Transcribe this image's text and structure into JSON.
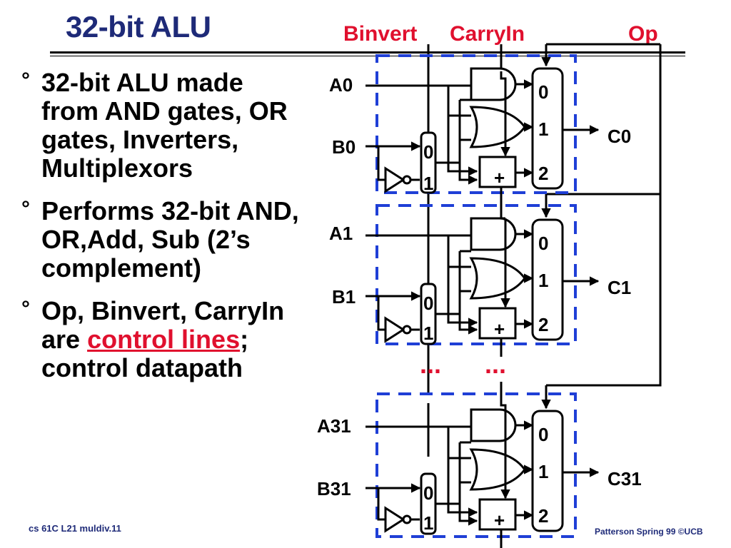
{
  "slide": {
    "title": "32-bit ALU",
    "bullets": [
      {
        "text": "32-bit ALU made from AND gates, OR gates, Inverters, Multiplexors"
      },
      {
        "text": "Performs 32-bit AND, OR,Add, Sub (2’s complement)"
      },
      {
        "pre": "Op, Binvert, CarryIn are ",
        "highlight": "control lines",
        "post": "; control datapath"
      }
    ],
    "bullet_mark": "°",
    "footer_left": "cs 61C  L21  muldiv.11",
    "footer_right": "Patterson Spring 99  ©UCB"
  },
  "diagram": {
    "controls": {
      "binvert": "Binvert",
      "carryin": "CarryIn",
      "op": "Op"
    },
    "slices": [
      {
        "a": "A0",
        "b": "B0",
        "c": "C0"
      },
      {
        "a": "A1",
        "b": "B1",
        "c": "C1"
      },
      {
        "a": "A31",
        "b": "B31",
        "c": "C31"
      }
    ],
    "mux_out_labels": [
      "0",
      "1",
      "2"
    ],
    "mux_in_labels": [
      "0",
      "1"
    ],
    "adder_symbol": "+",
    "ellipsis": "..."
  },
  "colors": {
    "title": "#1e2a78",
    "control": "#e0102e",
    "dashed_box": "#1f3fd6"
  }
}
